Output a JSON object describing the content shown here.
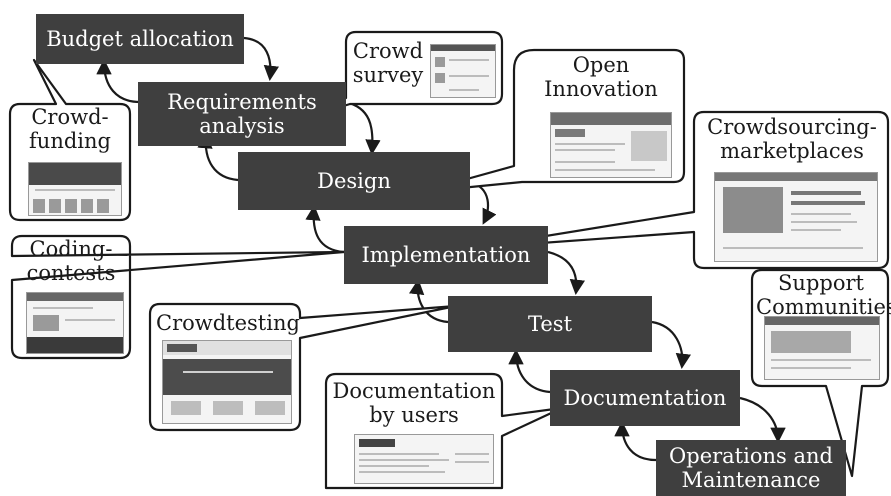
{
  "stages": [
    {
      "key": "budget",
      "label": "Budget allocation"
    },
    {
      "key": "requirements",
      "label": "Requirements analysis"
    },
    {
      "key": "design",
      "label": "Design"
    },
    {
      "key": "implementation",
      "label": "Implementation"
    },
    {
      "key": "test",
      "label": "Test"
    },
    {
      "key": "documentation",
      "label": "Documentation"
    },
    {
      "key": "operations",
      "label": "Operations and Maintenance"
    }
  ],
  "callouts": [
    {
      "key": "crowd-survey",
      "label": "Crowd survey"
    },
    {
      "key": "open-innovation",
      "label": "Open Innovation"
    },
    {
      "key": "crowdfunding",
      "label": "Crowd- funding"
    },
    {
      "key": "marketplaces",
      "label": "Crowdsourcing- marketplaces"
    },
    {
      "key": "coding-contests",
      "label": "Coding- contests"
    },
    {
      "key": "support-communities",
      "label": "Support Communities"
    },
    {
      "key": "crowdtesting",
      "label": "Crowdtesting"
    },
    {
      "key": "documentation-by-users",
      "label": "Documentation by users"
    }
  ],
  "colors": {
    "stage_fill": "#3f3f3f",
    "stage_text": "#ffffff",
    "callout_stroke": "#1a1a1a"
  }
}
